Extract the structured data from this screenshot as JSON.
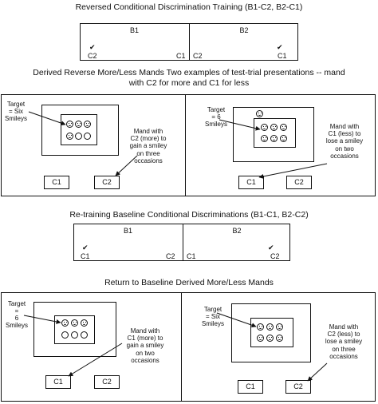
{
  "sections": {
    "s1_title": "Reversed Conditional Discrimination Training (B1-C2, B2-C1)",
    "s1_left_sample": "B1",
    "s1_left_c_left": "C2",
    "s1_left_c_right": "C1",
    "s1_right_sample": "B2",
    "s1_right_c_left": "C2",
    "s1_right_c_right": "C1",
    "s2_title_line1": "Derived Reverse More/Less Mands Two examples of test-trial presentations -- mand",
    "s2_title_line2": "with C2 for more and C1 for less",
    "s2_left_target": "Target\n= Six\nSmileys",
    "s2_left_mand": "Mand with\nC2 (more) to\ngain a smiley\non three\noccasions",
    "s2_left_btn1": "C1",
    "s2_left_btn2": "C2",
    "s2_right_target": "Target\n= 6\nSmileys",
    "s2_right_mand": "Mand with\nC1 (less) to\nlose a smiley\non two\noccasions",
    "s2_right_btn1": "C1",
    "s2_right_btn2": "C2",
    "s3_title": "Re-training Baseline Conditional Discriminations (B1-C1, B2-C2)",
    "s3_left_sample": "B1",
    "s3_left_c_left": "C1",
    "s3_left_c_right": "C2",
    "s3_right_sample": "B2",
    "s3_right_c_left": "C1",
    "s3_right_c_right": "C2",
    "s4_title": "Return to Baseline Derived More/Less Mands",
    "s4_left_target": "Target\n=\n6\nSmileys",
    "s4_left_mand": "Mand with\nC1 (more) to\ngain a smiley\non two\noccasions",
    "s4_left_btn1": "C1",
    "s4_left_btn2": "C2",
    "s4_right_target": "Target\n= Six\nSmileys",
    "s4_right_mand": "Mand with\nC2 (less) to\nlose a smiley\non three\noccasions",
    "s4_right_btn1": "C1",
    "s4_right_btn2": "C2",
    "check_mark": "✔"
  }
}
